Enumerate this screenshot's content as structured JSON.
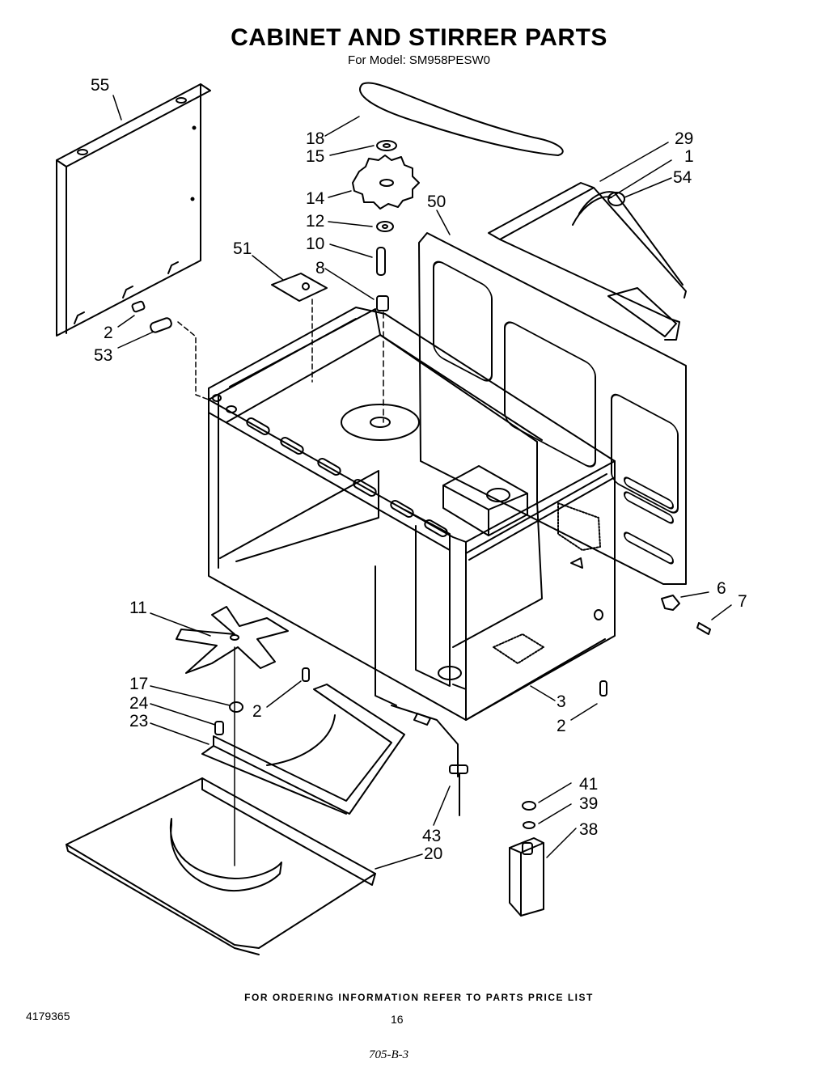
{
  "title": "CABINET AND STIRRER PARTS",
  "subtitle": "For Model: SM958PESW0",
  "callouts": {
    "p55": "55",
    "p18": "18",
    "p15": "15",
    "p14": "14",
    "p12": "12",
    "p10": "10",
    "p8": "8",
    "p51": "51",
    "p50": "50",
    "p29": "29",
    "p1": "1",
    "p54": "54",
    "p2a": "2",
    "p53": "53",
    "p6": "6",
    "p7": "7",
    "p11": "11",
    "p17": "17",
    "p24": "24",
    "p23": "23",
    "p2b": "2",
    "p3": "3",
    "p2c": "2",
    "p41": "41",
    "p39": "39",
    "p38": "38",
    "p43": "43",
    "p20": "20"
  },
  "footer": "FOR ORDERING INFORMATION REFER TO PARTS PRICE LIST",
  "doc_number": "4179365",
  "page_number": "16",
  "handwritten_note": "705-B-3"
}
